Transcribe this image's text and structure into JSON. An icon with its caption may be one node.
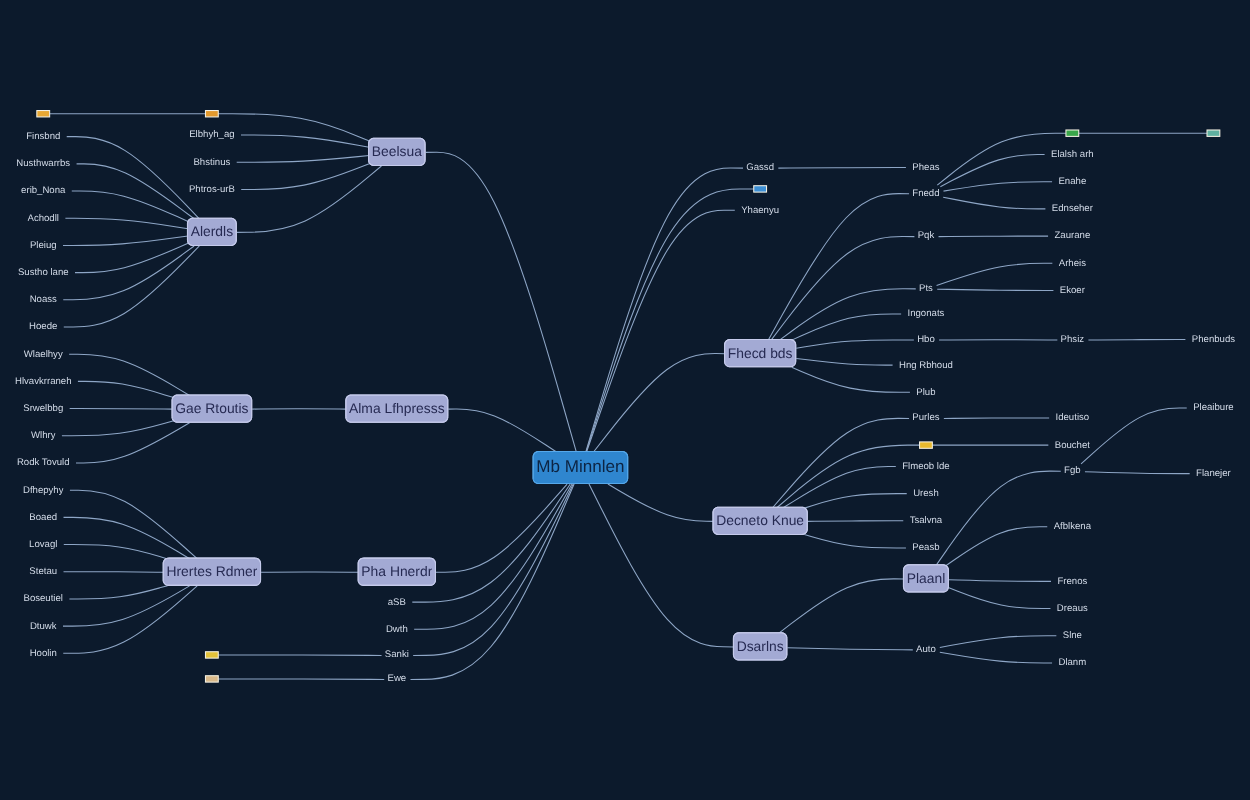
{
  "diagram": {
    "nodes": [
      {
        "text": [
          "Mb Minnlen"
        ]
      },
      {
        "text": [
          "Beelsua"
        ]
      },
      {
        "text": [],
        "shape": "box"
      },
      {
        "text": [],
        "shape": "box"
      },
      {
        "text": [
          "Elbhyh_ag"
        ]
      },
      {
        "text": [
          "Bhstinus"
        ]
      },
      {
        "text": [
          "Phtros-urB"
        ]
      },
      {
        "text": [
          "Alerdls"
        ]
      },
      {
        "text": [
          "Finsbnd"
        ]
      },
      {
        "text": [
          "Nusthwarrbs"
        ]
      },
      {
        "text": [
          "erib_Nona"
        ]
      },
      {
        "text": [
          "Achodll"
        ]
      },
      {
        "text": [
          "Pleiug"
        ]
      },
      {
        "text": [
          "Sustho lane"
        ]
      },
      {
        "text": [
          "Noass"
        ]
      },
      {
        "text": [
          "Hoede"
        ]
      },
      {
        "text": [
          "Alma Lfhpresss"
        ]
      },
      {
        "text": [
          "Gae Rtoutis"
        ]
      },
      {
        "text": [
          "Wlaelhyy"
        ]
      },
      {
        "text": [
          "Hlvavkrraneh"
        ]
      },
      {
        "text": [
          "Srwelbbg"
        ]
      },
      {
        "text": [
          "Wlhry"
        ]
      },
      {
        "text": [
          "Rodk Tovuld"
        ]
      },
      {
        "text": [
          "Pha Hnerdr"
        ]
      },
      {
        "text": [
          "Hrertes Rdmer"
        ]
      },
      {
        "text": [
          "Dfhepyhy"
        ]
      },
      {
        "text": [
          "Boaed"
        ]
      },
      {
        "text": [
          "Lovagl"
        ]
      },
      {
        "text": [
          "Stetau"
        ]
      },
      {
        "text": [
          "Boseutiel"
        ]
      },
      {
        "text": [
          "Dtuwk"
        ]
      },
      {
        "text": [
          "Hoolin"
        ]
      },
      {
        "text": [
          "aSB"
        ]
      },
      {
        "text": [
          "Dwth"
        ]
      },
      {
        "text": [
          "Sanki"
        ]
      },
      {
        "text": [],
        "shape": "box"
      },
      {
        "text": [
          "Ewe"
        ]
      },
      {
        "text": [],
        "shape": "box"
      },
      {
        "text": [
          "Gassd"
        ]
      },
      {
        "text": [
          "Pheas"
        ]
      },
      {
        "text": [],
        "shape": "box"
      },
      {
        "text": [
          "Yhaenyu"
        ]
      },
      {
        "text": [
          "Fhecd bds"
        ]
      },
      {
        "text": [
          "Fnedd"
        ]
      },
      {
        "text": [],
        "shape": "box"
      },
      {
        "text": [],
        "shape": "box"
      },
      {
        "text": [
          "Elalsh arh"
        ]
      },
      {
        "text": [
          "Enahe"
        ]
      },
      {
        "text": [
          "Ednseher"
        ]
      },
      {
        "text": [
          "Pqk"
        ]
      },
      {
        "text": [
          "Zaurane"
        ]
      },
      {
        "text": [
          "Pts"
        ]
      },
      {
        "text": [
          "Arheis"
        ]
      },
      {
        "text": [
          "Ekoer"
        ]
      },
      {
        "text": [
          "Ingonats"
        ]
      },
      {
        "text": [
          "Hbo"
        ]
      },
      {
        "text": [
          "Phsiz"
        ]
      },
      {
        "text": [
          "Phenbuds"
        ]
      },
      {
        "text": [
          "Hng Rbhoud"
        ]
      },
      {
        "text": [
          "Plub"
        ]
      },
      {
        "text": [
          "Decneto Knue"
        ]
      },
      {
        "text": [
          "Purles"
        ]
      },
      {
        "text": [
          "Ideutiso"
        ]
      },
      {
        "text": [],
        "shape": "box"
      },
      {
        "text": [
          "Flmeob lde"
        ]
      },
      {
        "text": [
          "Bouchet"
        ]
      },
      {
        "text": [
          "Uresh"
        ]
      },
      {
        "text": [
          "Tsalvna"
        ]
      },
      {
        "text": [
          "Peasb"
        ]
      },
      {
        "text": [
          "Dsarlns"
        ]
      },
      {
        "text": [
          "Plaanl"
        ]
      },
      {
        "text": [
          "Fgb"
        ]
      },
      {
        "text": [
          "Pleaibure"
        ]
      },
      {
        "text": [
          "Flanejer"
        ]
      },
      {
        "text": [
          "Afblkena"
        ]
      },
      {
        "text": [
          "Frenos"
        ]
      },
      {
        "text": [
          "Dreaus"
        ]
      },
      {
        "text": [
          "Auto"
        ]
      },
      {
        "text": [
          "Slne"
        ]
      },
      {
        "text": [
          "Dlanm"
        ]
      }
    ],
    "edges": [
      {
        "from": 1,
        "to": 0,
        "arrow": "none"
      },
      {
        "from": 3,
        "to": 2,
        "arrow": "none"
      },
      {
        "from": 2,
        "to": 1,
        "arrow": "none"
      },
      {
        "from": 4,
        "to": 1,
        "arrow": "none"
      },
      {
        "from": 5,
        "to": 1,
        "arrow": "none"
      },
      {
        "from": 6,
        "to": 1,
        "arrow": "none"
      },
      {
        "from": 7,
        "to": 1,
        "arrow": "none"
      },
      {
        "from": 8,
        "to": 7,
        "arrow": "none"
      },
      {
        "from": 9,
        "to": 7,
        "arrow": "none"
      },
      {
        "from": 10,
        "to": 7,
        "arrow": "none"
      },
      {
        "from": 11,
        "to": 7,
        "arrow": "none"
      },
      {
        "from": 12,
        "to": 7,
        "arrow": "none"
      },
      {
        "from": 13,
        "to": 7,
        "arrow": "none"
      },
      {
        "from": 14,
        "to": 7,
        "arrow": "none"
      },
      {
        "from": 15,
        "to": 7,
        "arrow": "none"
      },
      {
        "from": 16,
        "to": 0,
        "arrow": "none"
      },
      {
        "from": 17,
        "to": 16,
        "arrow": "none"
      },
      {
        "from": 18,
        "to": 17,
        "arrow": "none"
      },
      {
        "from": 19,
        "to": 17,
        "arrow": "none"
      },
      {
        "from": 20,
        "to": 17,
        "arrow": "none"
      },
      {
        "from": 21,
        "to": 17,
        "arrow": "none"
      },
      {
        "from": 22,
        "to": 17,
        "arrow": "none"
      },
      {
        "from": 23,
        "to": 0,
        "arrow": "none"
      },
      {
        "from": 24,
        "to": 23,
        "arrow": "none"
      },
      {
        "from": 25,
        "to": 24,
        "arrow": "none"
      },
      {
        "from": 26,
        "to": 24,
        "arrow": "none"
      },
      {
        "from": 27,
        "to": 24,
        "arrow": "none"
      },
      {
        "from": 28,
        "to": 24,
        "arrow": "none"
      },
      {
        "from": 29,
        "to": 24,
        "arrow": "none"
      },
      {
        "from": 30,
        "to": 24,
        "arrow": "none"
      },
      {
        "from": 31,
        "to": 24,
        "arrow": "none"
      },
      {
        "from": 32,
        "to": 0,
        "arrow": "none"
      },
      {
        "from": 33,
        "to": 0,
        "arrow": "none"
      },
      {
        "from": 35,
        "to": 34,
        "arrow": "none"
      },
      {
        "from": 34,
        "to": 0,
        "arrow": "none"
      },
      {
        "from": 37,
        "to": 36,
        "arrow": "none"
      },
      {
        "from": 36,
        "to": 0,
        "arrow": "none"
      },
      {
        "from": 0,
        "to": 38,
        "arrow": "none"
      },
      {
        "from": 38,
        "to": 39,
        "arrow": "none"
      },
      {
        "from": 0,
        "to": 40,
        "arrow": "none"
      },
      {
        "from": 0,
        "to": 41,
        "arrow": "none"
      },
      {
        "from": 0,
        "to": 42,
        "arrow": "none"
      },
      {
        "from": 42,
        "to": 43,
        "arrow": "none"
      },
      {
        "from": 43,
        "to": 44,
        "arrow": "none"
      },
      {
        "from": 44,
        "to": 45,
        "arrow": "none"
      },
      {
        "from": 43,
        "to": 46,
        "arrow": "none"
      },
      {
        "from": 43,
        "to": 47,
        "arrow": "none"
      },
      {
        "from": 43,
        "to": 48,
        "arrow": "none"
      },
      {
        "from": 42,
        "to": 49,
        "arrow": "none"
      },
      {
        "from": 49,
        "to": 50,
        "arrow": "none"
      },
      {
        "from": 42,
        "to": 51,
        "arrow": "none"
      },
      {
        "from": 51,
        "to": 52,
        "arrow": "none"
      },
      {
        "from": 51,
        "to": 53,
        "arrow": "none"
      },
      {
        "from": 42,
        "to": 54,
        "arrow": "none"
      },
      {
        "from": 42,
        "to": 55,
        "arrow": "none"
      },
      {
        "from": 55,
        "to": 56,
        "arrow": "none"
      },
      {
        "from": 56,
        "to": 57,
        "arrow": "none"
      },
      {
        "from": 42,
        "to": 58,
        "arrow": "none"
      },
      {
        "from": 42,
        "to": 59,
        "arrow": "none"
      },
      {
        "from": 0,
        "to": 60,
        "arrow": "none"
      },
      {
        "from": 60,
        "to": 61,
        "arrow": "none"
      },
      {
        "from": 61,
        "to": 62,
        "arrow": "none"
      },
      {
        "from": 60,
        "to": 63,
        "arrow": "none"
      },
      {
        "from": 60,
        "to": 64,
        "arrow": "none"
      },
      {
        "from": 63,
        "to": 65,
        "arrow": "none"
      },
      {
        "from": 60,
        "to": 66,
        "arrow": "none"
      },
      {
        "from": 60,
        "to": 67,
        "arrow": "none"
      },
      {
        "from": 60,
        "to": 68,
        "arrow": "none"
      },
      {
        "from": 0,
        "to": 69,
        "arrow": "none"
      },
      {
        "from": 69,
        "to": 70,
        "arrow": "none"
      },
      {
        "from": 70,
        "to": 71,
        "arrow": "none"
      },
      {
        "from": 71,
        "to": 72,
        "arrow": "none"
      },
      {
        "from": 71,
        "to": 73,
        "arrow": "none"
      },
      {
        "from": 70,
        "to": 74,
        "arrow": "none"
      },
      {
        "from": 70,
        "to": 75,
        "arrow": "none"
      },
      {
        "from": 70,
        "to": 76,
        "arrow": "none"
      },
      {
        "from": 69,
        "to": 77,
        "arrow": "none"
      },
      {
        "from": 77,
        "to": 78,
        "arrow": "none"
      },
      {
        "from": 77,
        "to": 79,
        "arrow": "none"
      }
    ]
  }
}
